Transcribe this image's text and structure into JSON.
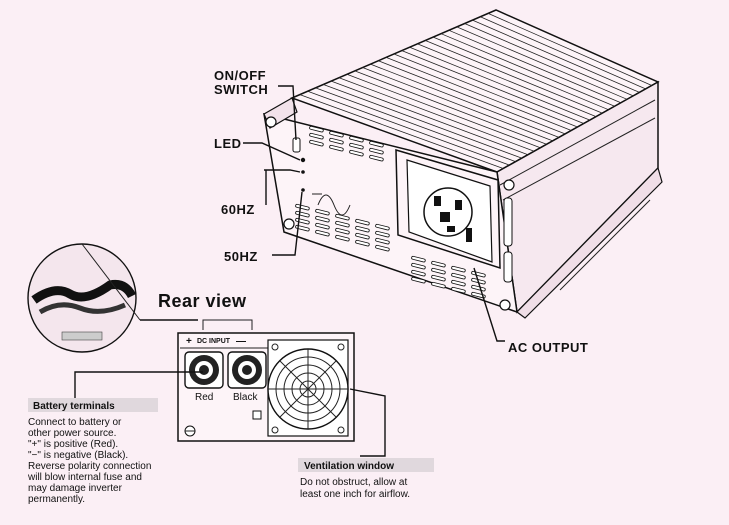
{
  "labels": {
    "on_off_1": "ON/OFF",
    "on_off_2": "SWITCH",
    "led": "LED",
    "hz60": "60HZ",
    "hz50": "50HZ",
    "ac_output": "AC OUTPUT",
    "rear_view": "Rear view",
    "dc_input": "DC INPUT",
    "plus": "+",
    "minus": "—",
    "red": "Red",
    "black": "Black"
  },
  "battery": {
    "title": "Battery terminals",
    "lines": [
      "Connect to battery or",
      "other power source.",
      "\"+\" is positive (Red).",
      "\"−\" is negative (Black).",
      "Reverse polarity connection",
      "will blow internal fuse and",
      "may damage inverter",
      "permanently."
    ]
  },
  "ventilation": {
    "title": "Ventilation window",
    "lines": [
      "Do not obstruct, allow at",
      "least one inch for airflow."
    ]
  }
}
